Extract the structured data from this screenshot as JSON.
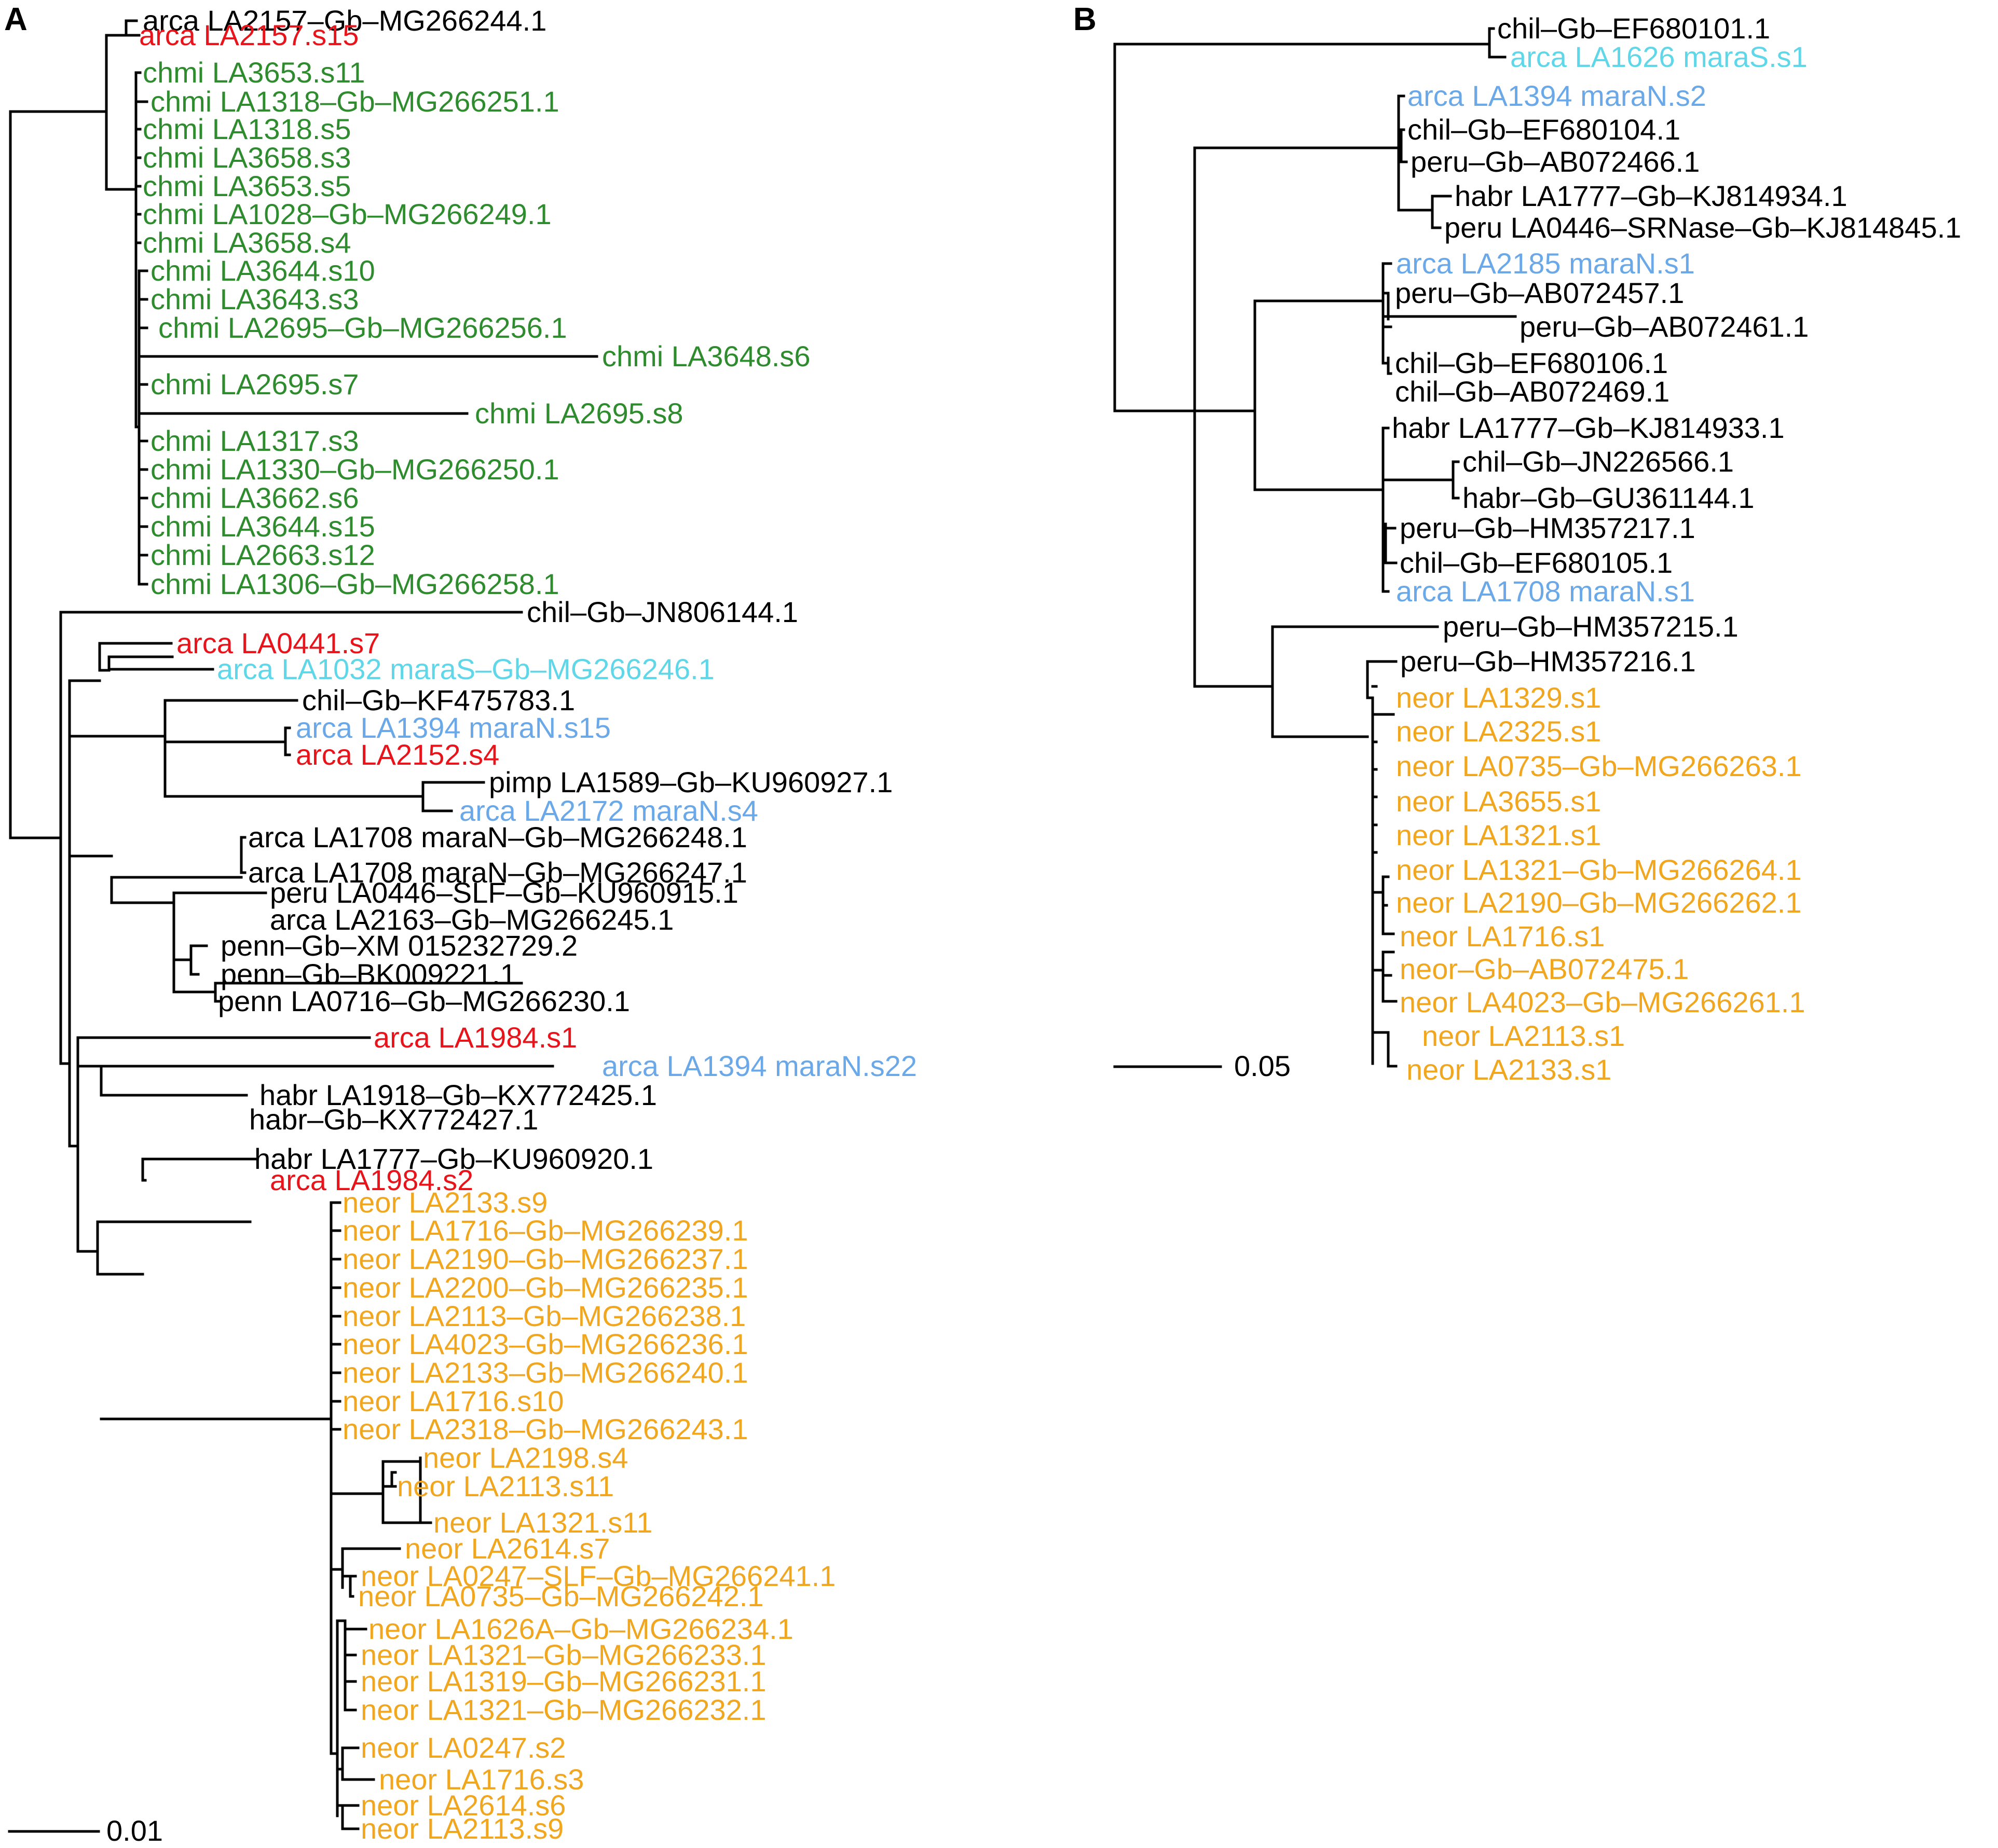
{
  "colors": {
    "black": "#000000",
    "red": "#e8141b",
    "green": "#2e8b2e",
    "cyan": "#5fd7e8",
    "blue": "#6aa8e8",
    "orange": "#f0a71f"
  },
  "panels": [
    {
      "label": "A",
      "scale_bar": "0.01",
      "leaves": [
        {
          "text": "arca LA2157–Gb–MG266244.1",
          "color": "black"
        },
        {
          "text": "arca LA2157.s15",
          "color": "red"
        },
        {
          "text": "chmi LA3653.s11",
          "color": "green"
        },
        {
          "text": "chmi LA1318–Gb–MG266251.1",
          "color": "green"
        },
        {
          "text": "chmi LA1318.s5",
          "color": "green"
        },
        {
          "text": "chmi LA3658.s3",
          "color": "green"
        },
        {
          "text": "chmi LA3653.s5",
          "color": "green"
        },
        {
          "text": "chmi LA1028–Gb–MG266249.1",
          "color": "green"
        },
        {
          "text": "chmi LA3658.s4",
          "color": "green"
        },
        {
          "text": "chmi LA3644.s10",
          "color": "green"
        },
        {
          "text": "chmi LA3643.s3",
          "color": "green"
        },
        {
          "text": "chmi LA2695–Gb–MG266256.1",
          "color": "green"
        },
        {
          "text": "chmi LA3648.s6",
          "color": "green"
        },
        {
          "text": "chmi LA2695.s7",
          "color": "green"
        },
        {
          "text": "chmi LA2695.s8",
          "color": "green"
        },
        {
          "text": "chmi LA1317.s3",
          "color": "green"
        },
        {
          "text": "chmi LA1330–Gb–MG266250.1",
          "color": "green"
        },
        {
          "text": "chmi LA3662.s6",
          "color": "green"
        },
        {
          "text": "chmi LA3644.s15",
          "color": "green"
        },
        {
          "text": "chmi LA2663.s12",
          "color": "green"
        },
        {
          "text": "chmi LA1306–Gb–MG266258.1",
          "color": "green"
        },
        {
          "text": "chil–Gb–JN806144.1",
          "color": "black"
        },
        {
          "text": "arca LA0441.s7",
          "color": "red"
        },
        {
          "text": "arca LA1032 maraS–Gb–MG266246.1",
          "color": "cyan"
        },
        {
          "text": "chil–Gb–KF475783.1",
          "color": "black"
        },
        {
          "text": "arca LA1394 maraN.s15",
          "color": "blue"
        },
        {
          "text": "arca LA2152.s4",
          "color": "red"
        },
        {
          "text": "pimp LA1589–Gb–KU960927.1",
          "color": "black"
        },
        {
          "text": "arca LA2172 maraN.s4",
          "color": "blue"
        },
        {
          "text": "arca LA1708 maraN–Gb–MG266248.1",
          "color": "black"
        },
        {
          "text": "arca LA1708 maraN–Gb–MG266247.1",
          "color": "black"
        },
        {
          "text": "peru LA0446–SLF–Gb–KU960915.1",
          "color": "black"
        },
        {
          "text": "arca LA2163–Gb–MG266245.1",
          "color": "black"
        },
        {
          "text": "penn–Gb–XM 015232729.2",
          "color": "black"
        },
        {
          "text": "penn–Gb–BK009221.1",
          "color": "black"
        },
        {
          "text": "penn LA0716–Gb–MG266230.1",
          "color": "black"
        },
        {
          "text": "arca LA1984.s1",
          "color": "red"
        },
        {
          "text": "arca LA1394 maraN.s22",
          "color": "blue"
        },
        {
          "text": "habr LA1918–Gb–KX772425.1",
          "color": "black"
        },
        {
          "text": "habr–Gb–KX772427.1",
          "color": "black"
        },
        {
          "text": "habr LA1777–Gb–KU960920.1",
          "color": "black"
        },
        {
          "text": "arca LA1984.s2",
          "color": "red"
        },
        {
          "text": "neor LA2133.s9",
          "color": "orange"
        },
        {
          "text": "neor LA1716–Gb–MG266239.1",
          "color": "orange"
        },
        {
          "text": "neor LA2190–Gb–MG266237.1",
          "color": "orange"
        },
        {
          "text": "neor LA2200–Gb–MG266235.1",
          "color": "orange"
        },
        {
          "text": "neor LA2113–Gb–MG266238.1",
          "color": "orange"
        },
        {
          "text": "neor LA4023–Gb–MG266236.1",
          "color": "orange"
        },
        {
          "text": "neor LA2133–Gb–MG266240.1",
          "color": "orange"
        },
        {
          "text": "neor LA1716.s10",
          "color": "orange"
        },
        {
          "text": "neor LA2318–Gb–MG266243.1",
          "color": "orange"
        },
        {
          "text": "neor LA2198.s4",
          "color": "orange"
        },
        {
          "text": "neor LA2113.s11",
          "color": "orange"
        },
        {
          "text": "neor LA1321.s11",
          "color": "orange"
        },
        {
          "text": "neor LA2614.s7",
          "color": "orange"
        },
        {
          "text": "neor LA0247–SLF–Gb–MG266241.1",
          "color": "orange"
        },
        {
          "text": "neor LA0735–Gb–MG266242.1",
          "color": "orange"
        },
        {
          "text": "neor LA1626A–Gb–MG266234.1",
          "color": "orange"
        },
        {
          "text": "neor LA1321–Gb–MG266233.1",
          "color": "orange"
        },
        {
          "text": "neor LA1319–Gb–MG266231.1",
          "color": "orange"
        },
        {
          "text": "neor LA1321–Gb–MG266232.1",
          "color": "orange"
        },
        {
          "text": "neor LA0247.s2",
          "color": "orange"
        },
        {
          "text": "neor LA1716.s3",
          "color": "orange"
        },
        {
          "text": "neor LA2614.s6",
          "color": "orange"
        },
        {
          "text": "neor LA2113.s9",
          "color": "orange"
        }
      ]
    },
    {
      "label": "B",
      "scale_bar": "0.05",
      "leaves": [
        {
          "text": "chil–Gb–EF680101.1",
          "color": "black"
        },
        {
          "text": "arca LA1626 maraS.s1",
          "color": "cyan"
        },
        {
          "text": "arca LA1394 maraN.s2",
          "color": "blue"
        },
        {
          "text": "chil–Gb–EF680104.1",
          "color": "black"
        },
        {
          "text": "peru–Gb–AB072466.1",
          "color": "black"
        },
        {
          "text": "habr LA1777–Gb–KJ814934.1",
          "color": "black"
        },
        {
          "text": "peru LA0446–SRNase–Gb–KJ814845.1",
          "color": "black"
        },
        {
          "text": "arca LA2185 maraN.s1",
          "color": "blue"
        },
        {
          "text": "peru–Gb–AB072457.1",
          "color": "black"
        },
        {
          "text": "peru–Gb–AB072461.1",
          "color": "black"
        },
        {
          "text": "chil–Gb–EF680106.1",
          "color": "black"
        },
        {
          "text": "chil–Gb–AB072469.1",
          "color": "black"
        },
        {
          "text": "habr LA1777–Gb–KJ814933.1",
          "color": "black"
        },
        {
          "text": "chil–Gb–JN226566.1",
          "color": "black"
        },
        {
          "text": "habr–Gb–GU361144.1",
          "color": "black"
        },
        {
          "text": "peru–Gb–HM357217.1",
          "color": "black"
        },
        {
          "text": "chil–Gb–EF680105.1",
          "color": "black"
        },
        {
          "text": "arca LA1708 maraN.s1",
          "color": "blue"
        },
        {
          "text": "peru–Gb–HM357215.1",
          "color": "black"
        },
        {
          "text": "peru–Gb–HM357216.1",
          "color": "black"
        },
        {
          "text": "neor LA1329.s1",
          "color": "orange"
        },
        {
          "text": "neor LA2325.s1",
          "color": "orange"
        },
        {
          "text": "neor LA0735–Gb–MG266263.1",
          "color": "orange"
        },
        {
          "text": "neor LA3655.s1",
          "color": "orange"
        },
        {
          "text": "neor LA1321.s1",
          "color": "orange"
        },
        {
          "text": "neor LA1321–Gb–MG266264.1",
          "color": "orange"
        },
        {
          "text": "neor LA2190–Gb–MG266262.1",
          "color": "orange"
        },
        {
          "text": "neor LA1716.s1",
          "color": "orange"
        },
        {
          "text": "neor–Gb–AB072475.1",
          "color": "orange"
        },
        {
          "text": "neor LA4023–Gb–MG266261.1",
          "color": "orange"
        },
        {
          "text": "neor LA2113.s1",
          "color": "orange"
        },
        {
          "text": "neor LA2133.s1",
          "color": "orange"
        }
      ]
    }
  ]
}
